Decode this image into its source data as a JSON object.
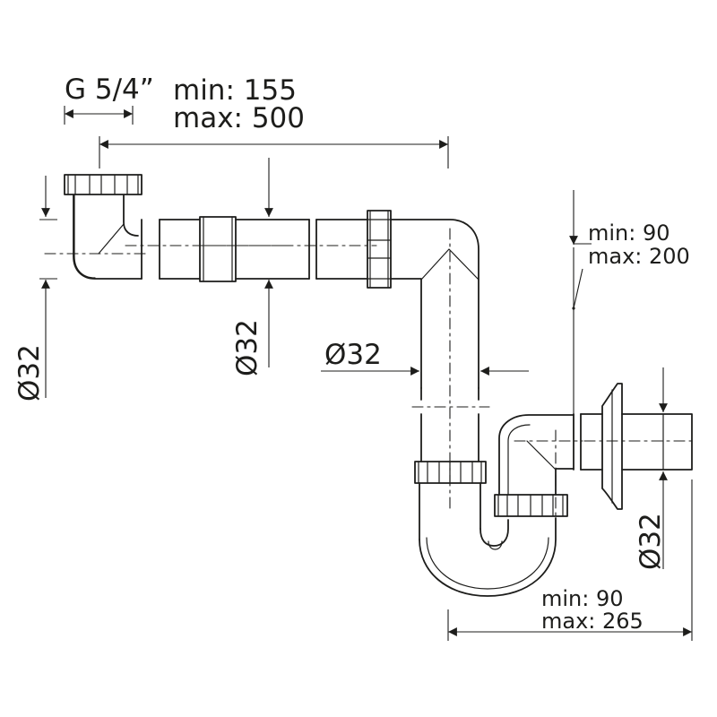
{
  "diagram": {
    "colors": {
      "line": "#1d1d1b",
      "background": "#ffffff"
    },
    "labels": {
      "thread": "G 5/4”",
      "horizontal_min": "min:  155",
      "horizontal_max": "max: 500",
      "right_min": "min:     90",
      "right_max": "max: 200",
      "middle_diameter": "Ø32",
      "left_diameter": "Ø32",
      "center_diameter": "Ø32",
      "right_diameter": "Ø32",
      "bottom_min": "min:     90",
      "bottom_max": "max: 265"
    }
  }
}
